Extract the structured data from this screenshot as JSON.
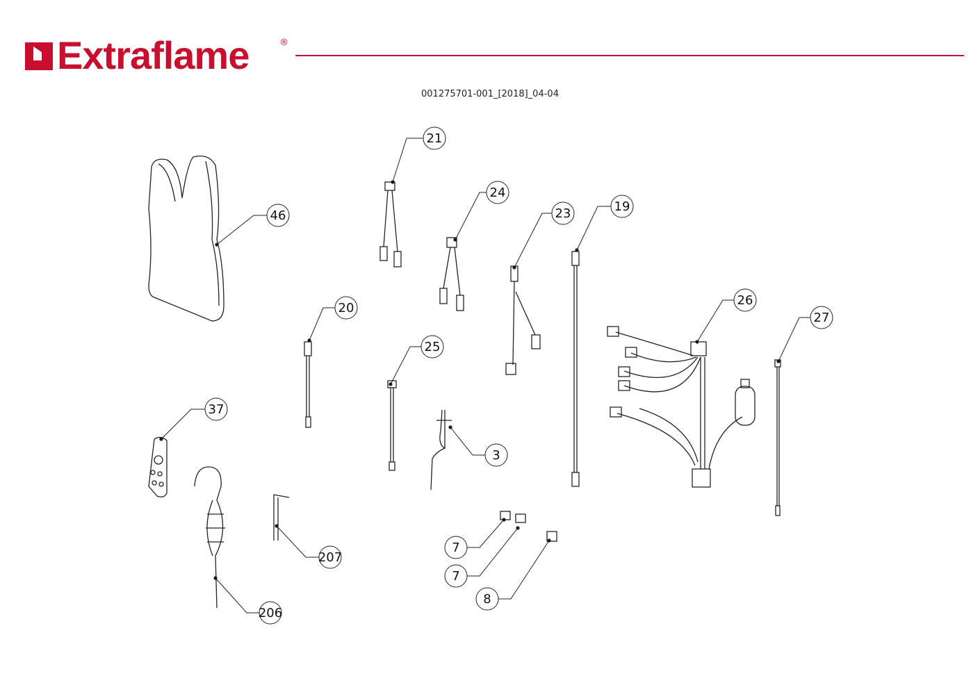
{
  "header": {
    "brand": "Extraflame",
    "registered_mark": "®",
    "document_code": "001275701-001_[2018]_04-04",
    "accent_color": "#c8102e"
  },
  "callouts": [
    {
      "label": "21"
    },
    {
      "label": "24"
    },
    {
      "label": "23"
    },
    {
      "label": "19"
    },
    {
      "label": "46"
    },
    {
      "label": "20"
    },
    {
      "label": "25"
    },
    {
      "label": "37"
    },
    {
      "label": "3"
    },
    {
      "label": "26"
    },
    {
      "label": "27"
    },
    {
      "label": "207"
    },
    {
      "label": "206"
    },
    {
      "label": "7"
    },
    {
      "label": "7"
    },
    {
      "label": "8"
    }
  ]
}
